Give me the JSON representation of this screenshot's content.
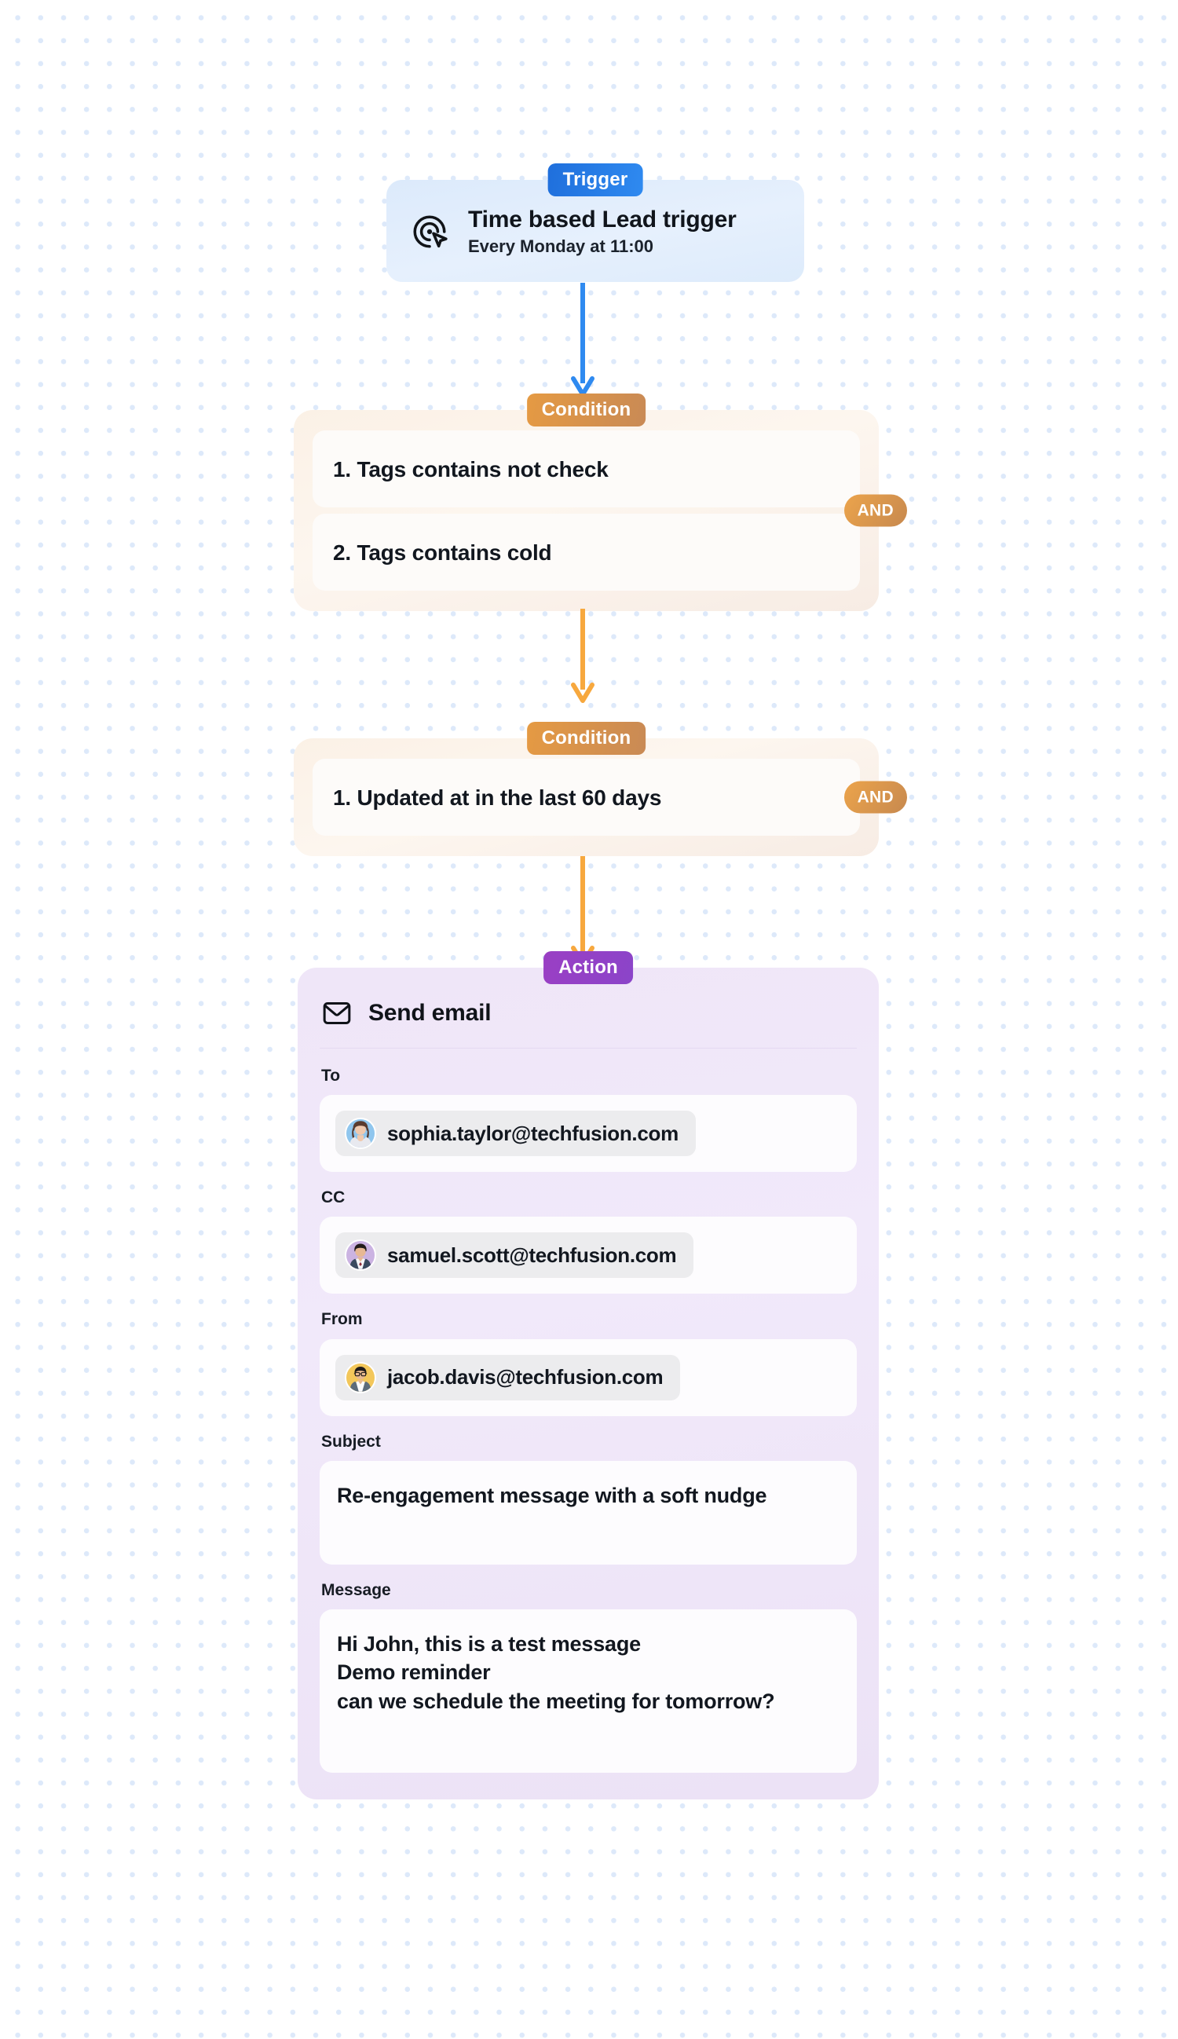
{
  "canvas": {
    "background": "#ffffff",
    "dot_color": "#dde9fa"
  },
  "nodes": {
    "trigger": {
      "badge_label": "Trigger",
      "badge_color": "#2f8af0",
      "icon": "target-cursor-icon",
      "title": "Time based Lead trigger",
      "subtitle": "Every Monday at 11:00",
      "card_color": "#dceafb"
    },
    "condition_1": {
      "badge_label": "Condition",
      "badge_color": "#e59a43",
      "operator_label": "AND",
      "card_color": "#fbf1e6",
      "rows": [
        {
          "text": "1. Tags contains not check"
        },
        {
          "text": "2. Tags contains cold"
        }
      ]
    },
    "condition_2": {
      "badge_label": "Condition",
      "badge_color": "#e59a43",
      "operator_label": "AND",
      "card_color": "#fbf1e6",
      "rows": [
        {
          "text": "1. Updated at in the last 60 days"
        }
      ]
    },
    "action": {
      "badge_label": "Action",
      "badge_color": "#9a3fc4",
      "icon": "envelope-icon",
      "title": "Send email",
      "card_color": "#efe6f8",
      "fields": {
        "to": {
          "label": "To",
          "recipient": {
            "email": "sophia.taylor@techfusion.com",
            "avatar": "avatar-sophia",
            "avatar_bg": "#8fc6ee"
          }
        },
        "cc": {
          "label": "CC",
          "recipient": {
            "email": "samuel.scott@techfusion.com",
            "avatar": "avatar-samuel",
            "avatar_bg": "#cbb3e2"
          }
        },
        "from": {
          "label": "From",
          "recipient": {
            "email": "jacob.davis@techfusion.com",
            "avatar": "avatar-jacob",
            "avatar_bg": "#f3c75a"
          }
        },
        "subject": {
          "label": "Subject",
          "value": "Re-engagement message with a soft nudge"
        },
        "message": {
          "label": "Message",
          "value": "Hi John, this is a test message\nDemo reminder\ncan we schedule the meeting for tomorrow?"
        }
      }
    }
  },
  "connectors": [
    {
      "name": "trigger-to-condition-1",
      "color": "#2f8af0"
    },
    {
      "name": "condition-1-to-condition-2",
      "color": "#f7a83e"
    },
    {
      "name": "condition-2-to-action",
      "color": "#f7a83e"
    }
  ]
}
